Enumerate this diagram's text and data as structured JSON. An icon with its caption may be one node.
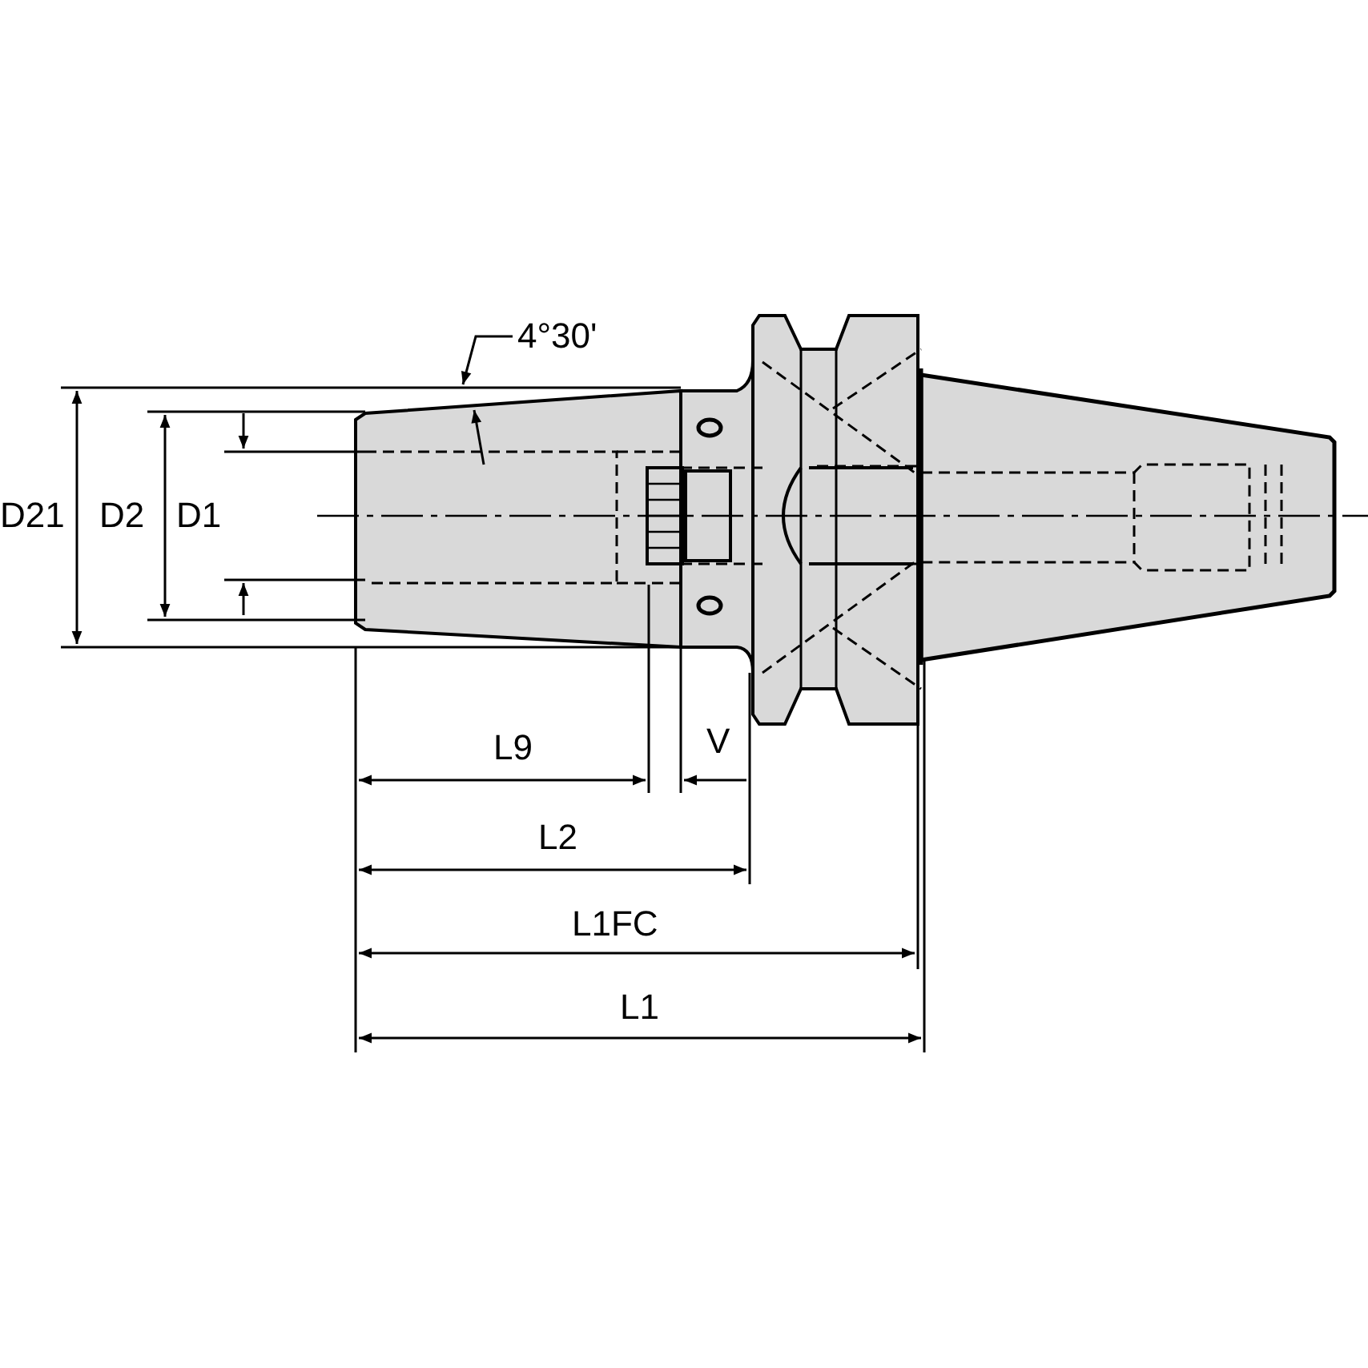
{
  "diagram": {
    "labels": [
      "4°30'",
      "D21",
      "D2",
      "D1",
      "L9",
      "V",
      "L2",
      "L1FC",
      "L1"
    ]
  }
}
